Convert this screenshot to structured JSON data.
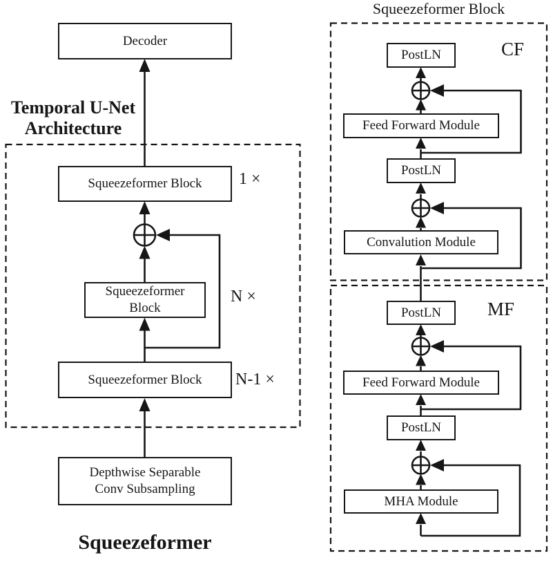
{
  "colors": {
    "ink": "#161616",
    "background": "#ffffff"
  },
  "left_diagram": {
    "title_line1": "Temporal U-Net",
    "title_line2": "Architecture",
    "decoder": "Decoder",
    "top_block": {
      "label": "Squeezeformer Block",
      "multiplier": "1 ×"
    },
    "mid_block": {
      "label_line1": "Squeezeformer",
      "label_line2": "Block",
      "multiplier": "N ×"
    },
    "bottom_block": {
      "label": "Squeezeformer Block",
      "multiplier": "N-1 ×"
    },
    "subsampling": {
      "label_line1": "Depthwise Separable",
      "label_line2": "Conv Subsampling"
    },
    "caption": "Squeezeformer"
  },
  "right_diagram": {
    "title": "Squeezeformer Block",
    "cf": {
      "tag": "CF",
      "postln_top": "PostLN",
      "feed_forward": "Feed Forward Module",
      "postln_mid": "PostLN",
      "conv": "Convalution Module"
    },
    "mf": {
      "tag": "MF",
      "postln_top": "PostLN",
      "feed_forward": "Feed Forward Module",
      "postln_mid": "PostLN",
      "mha": "MHA Module"
    }
  }
}
